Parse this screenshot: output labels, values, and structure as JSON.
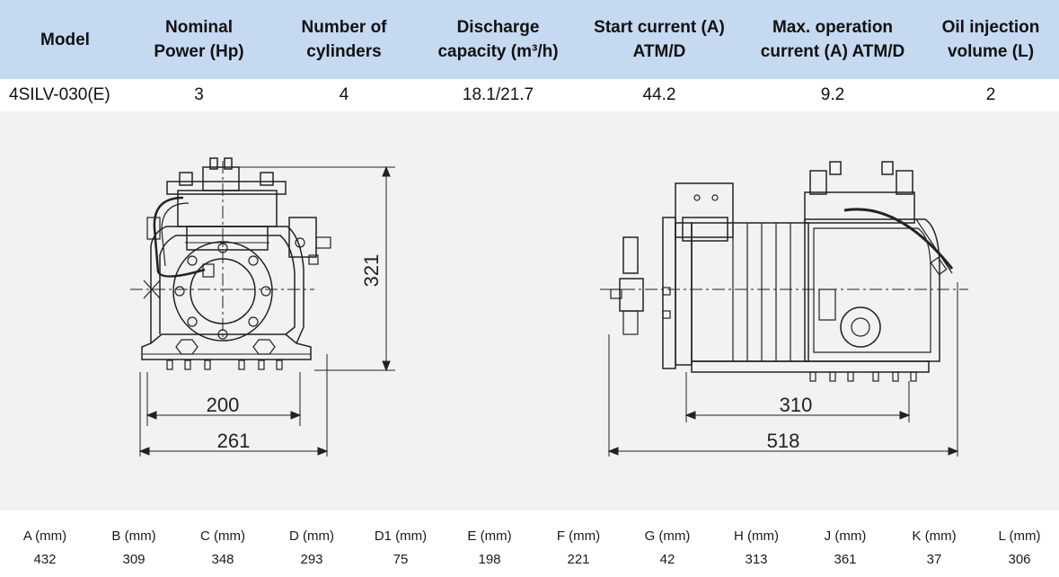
{
  "spec_table": {
    "headers": [
      [
        "Model"
      ],
      [
        "Nominal",
        "Power (Hp)"
      ],
      [
        "Number of",
        "cylinders"
      ],
      [
        "Discharge",
        "capacity (m³/h)"
      ],
      [
        "Start current (A)",
        "ATM/D"
      ],
      [
        "Max. operation",
        "current (A) ATM/D"
      ],
      [
        "Oil injection",
        "volume (L)"
      ]
    ],
    "row": [
      "4SILV-030(E)",
      "3",
      "4",
      "18.1/21.7",
      "44.2",
      "9.2",
      "2"
    ]
  },
  "drawing": {
    "front_view": {
      "height_dim": "321",
      "inner_width_dim": "200",
      "outer_width_dim": "261"
    },
    "side_view": {
      "inner_width_dim": "310",
      "outer_width_dim": "518"
    }
  },
  "dimensions": {
    "labels": [
      "A (mm)",
      "B (mm)",
      "C (mm)",
      "D (mm)",
      "D1 (mm)",
      "E (mm)",
      "F (mm)",
      "G (mm)",
      "H (mm)",
      "J (mm)",
      "K (mm)",
      "L (mm)"
    ],
    "values": [
      "432",
      "309",
      "348",
      "293",
      "75",
      "198",
      "221",
      "42",
      "313",
      "361",
      "37",
      "306"
    ]
  }
}
